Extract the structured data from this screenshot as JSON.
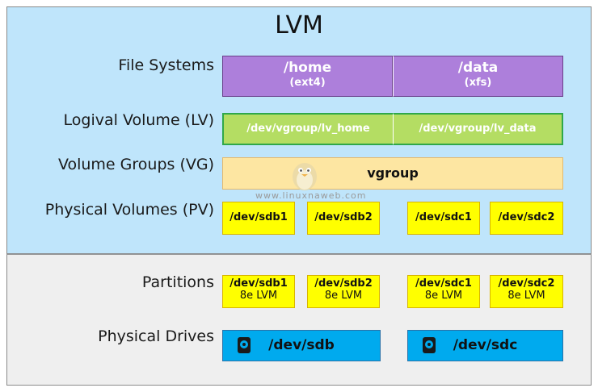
{
  "title": "LVM",
  "labels": {
    "file_systems": "File Systems",
    "logical_volume": "Logival Volume (LV)",
    "volume_groups": "Volume Groups (VG)",
    "physical_volumes": "Physical Volumes (PV)",
    "partitions": "Partitions",
    "physical_drives": "Physical Drives"
  },
  "file_systems": [
    {
      "mount": "/home",
      "fs": "(ext4)"
    },
    {
      "mount": "/data",
      "fs": "(xfs)"
    }
  ],
  "logical_volumes": [
    "/dev/vgroup/lv_home",
    "/dev/vgroup/lv_data"
  ],
  "volume_group": "vgroup",
  "physical_volumes": [
    "/dev/sdb1",
    "/dev/sdb2",
    "/dev/sdc1",
    "/dev/sdc2"
  ],
  "partitions": [
    {
      "dev": "/dev/sdb1",
      "type": "8e LVM"
    },
    {
      "dev": "/dev/sdb2",
      "type": "8e LVM"
    },
    {
      "dev": "/dev/sdc1",
      "type": "8e LVM"
    },
    {
      "dev": "/dev/sdc2",
      "type": "8e LVM"
    }
  ],
  "drives": [
    "/dev/sdb",
    "/dev/sdc"
  ],
  "watermark": "www.linuxnaweb.com",
  "colors": {
    "lvm_background": "#bfe5fb",
    "hardware_background": "#efefef",
    "file_system": "#ad7fdb",
    "logical_volume": "#b4dd63",
    "volume_group": "#fde6a2",
    "physical_volume": "#ffff00",
    "drive": "#00aaee"
  }
}
